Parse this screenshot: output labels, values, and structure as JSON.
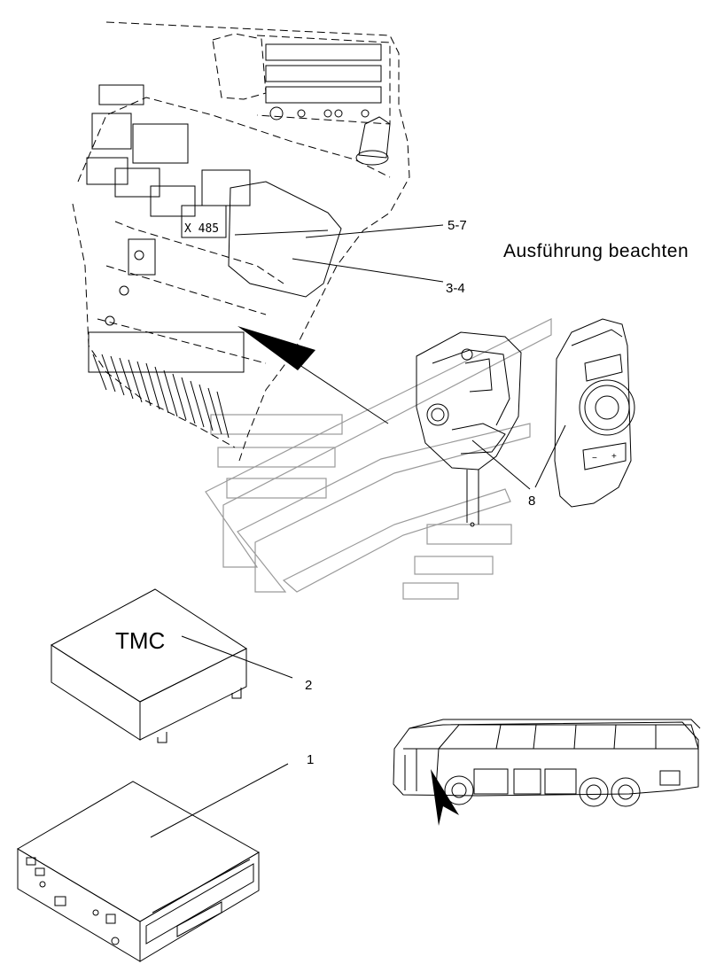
{
  "note": "Ausführung beachten",
  "callouts": {
    "c57": "5-7",
    "c34": "3-4",
    "c8": "8",
    "c2": "2",
    "c1": "1"
  },
  "box_label": "TMC",
  "display_text": "X 485"
}
